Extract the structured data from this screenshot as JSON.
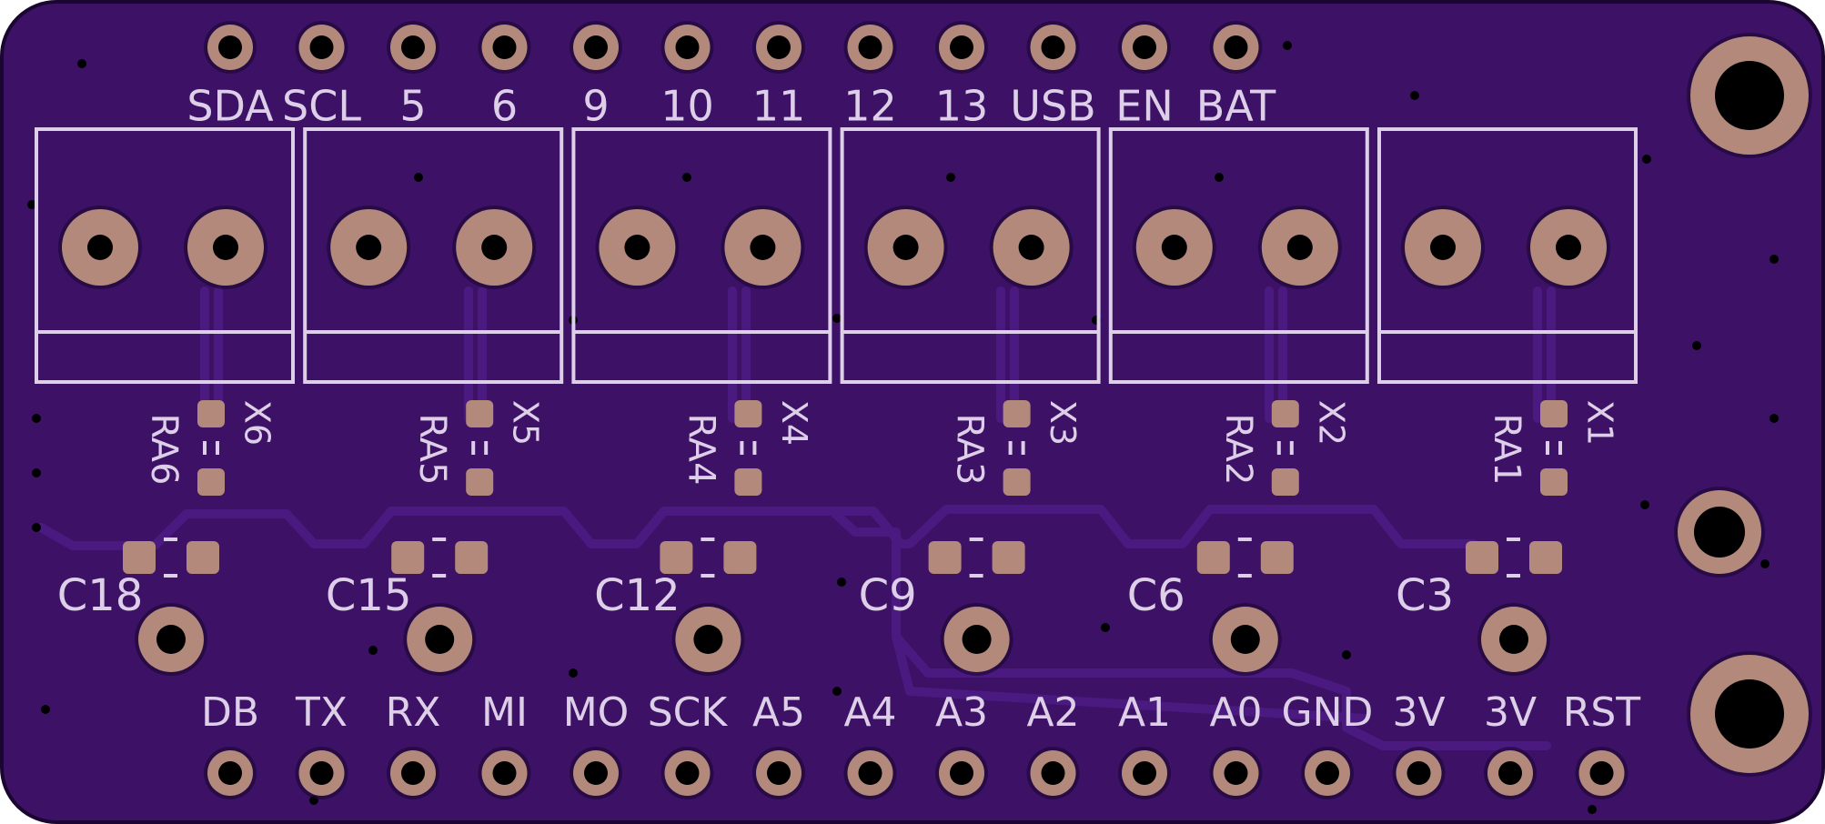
{
  "colors": {
    "board": "#3d1266",
    "board_edge": "#1a0630",
    "trace": "#4b1a80",
    "pad": "#b3897c",
    "silkscreen": "#ddcfe8",
    "hole": "#000000"
  },
  "top_header_labels": [
    "SDA",
    "SCL",
    "5",
    "6",
    "9",
    "10",
    "11",
    "12",
    "13",
    "USB",
    "EN",
    "BAT"
  ],
  "bottom_header_labels": [
    "DB",
    "TX",
    "RX",
    "MI",
    "MO",
    "SCK",
    "A5",
    "A4",
    "A3",
    "A2",
    "A1",
    "A0",
    "GND",
    "3V",
    "3V",
    "RST"
  ],
  "terminal_blocks": [
    "X6",
    "X5",
    "X4",
    "X3",
    "X2",
    "X1"
  ],
  "resistors": [
    "RA6",
    "RA5",
    "RA4",
    "RA3",
    "RA2",
    "RA1"
  ],
  "capacitors": [
    "C18",
    "C15",
    "C12",
    "C9",
    "C6",
    "C3"
  ]
}
